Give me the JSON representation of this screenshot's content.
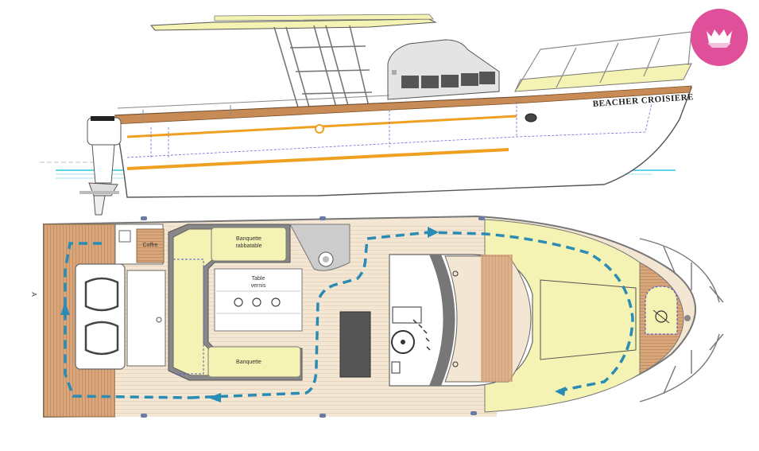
{
  "boat": {
    "hull_name": "BEACHER CROISIERE"
  },
  "labels": {
    "coffre": "Coffre",
    "banquette_top_1": "Banquette",
    "banquette_top_2": "rabbatable",
    "table_1": "Table",
    "table_2": "vernis",
    "banquette_bottom": "Banquette",
    "side_mark": "A"
  },
  "colors": {
    "deck_yellow": "#f4f3b3",
    "wood": "#c98b55",
    "stripe_orange": "#f0a020",
    "flow_arrow": "#2a8cb5",
    "water": "#5fd6e6",
    "hull_line": "#6a6a6a",
    "badge": "#e0509a"
  },
  "badge": {
    "icon": "paper-boat-icon"
  }
}
